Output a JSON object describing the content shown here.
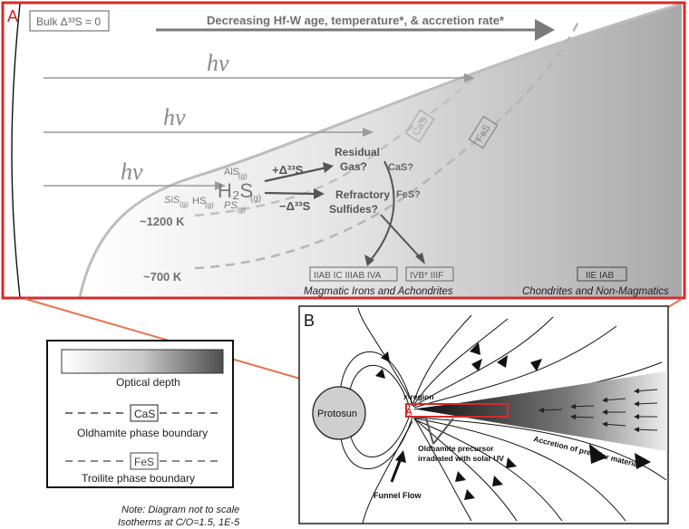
{
  "panel_a": {
    "letter": "A",
    "bulk_label": "Bulk Δ³³S = 0",
    "trend_arrow_label": "Decreasing Hf-W age, temperature*, & accretion rate*",
    "photon_label": "hν",
    "species": {
      "h2s": "H₂S",
      "h2s_sub": "(g)",
      "als": "AlS",
      "als_sub": "(g)",
      "hs": "HS",
      "hs_sub": "(g)",
      "ps": "PS",
      "ps_sub": "(g)",
      "sis": "SiS",
      "sis_sub": "(g)"
    },
    "plus_delta": "+Δ³³S",
    "minus_delta": "−Δ³³S",
    "residual_gas": [
      "Residual",
      "Gas?"
    ],
    "cas_q": "CaS?",
    "refractory": [
      "Refractory",
      "Sulfides?"
    ],
    "fes_q": "FeS?",
    "isotherm_1200": "~1200 K",
    "isotherm_700": "~700 K",
    "cas_box": "CaS",
    "fes_box": "FeS",
    "groups_1": "IIAB  IC  IIIAB  IVA",
    "groups_2": "IVB*  IIIF",
    "groups_3": "IIE   IAB",
    "caption_left": "Magmatic Irons and Achondrites",
    "caption_right": "Chondrites and Non-Magmatics"
  },
  "legend": {
    "optical_depth": "Optical depth",
    "cas_box": "CaS",
    "cas_caption": "Oldhamite phase boundary",
    "fes_box": "FeS",
    "fes_caption": "Troilite phase boundary"
  },
  "note": {
    "line1": "Note: Diagram not to scale",
    "line2": "Isotherms at C/O=1.5, 1E-5"
  },
  "panel_b": {
    "letter": "B",
    "protosun": "Protosun",
    "x_region": "x-region",
    "a_marker": "A",
    "precursor_1": "Oldhamite precursor",
    "precursor_2": "irradiated with solar UV",
    "funnel": "Funnel Flow",
    "accretion": "Accretion of presolar material"
  },
  "colors": {
    "frame_red": "#d52b2b",
    "connector_orange": "#e8734f",
    "arrow_gray": "#7a7a7a",
    "dark_gray": "#5a5a5a"
  }
}
